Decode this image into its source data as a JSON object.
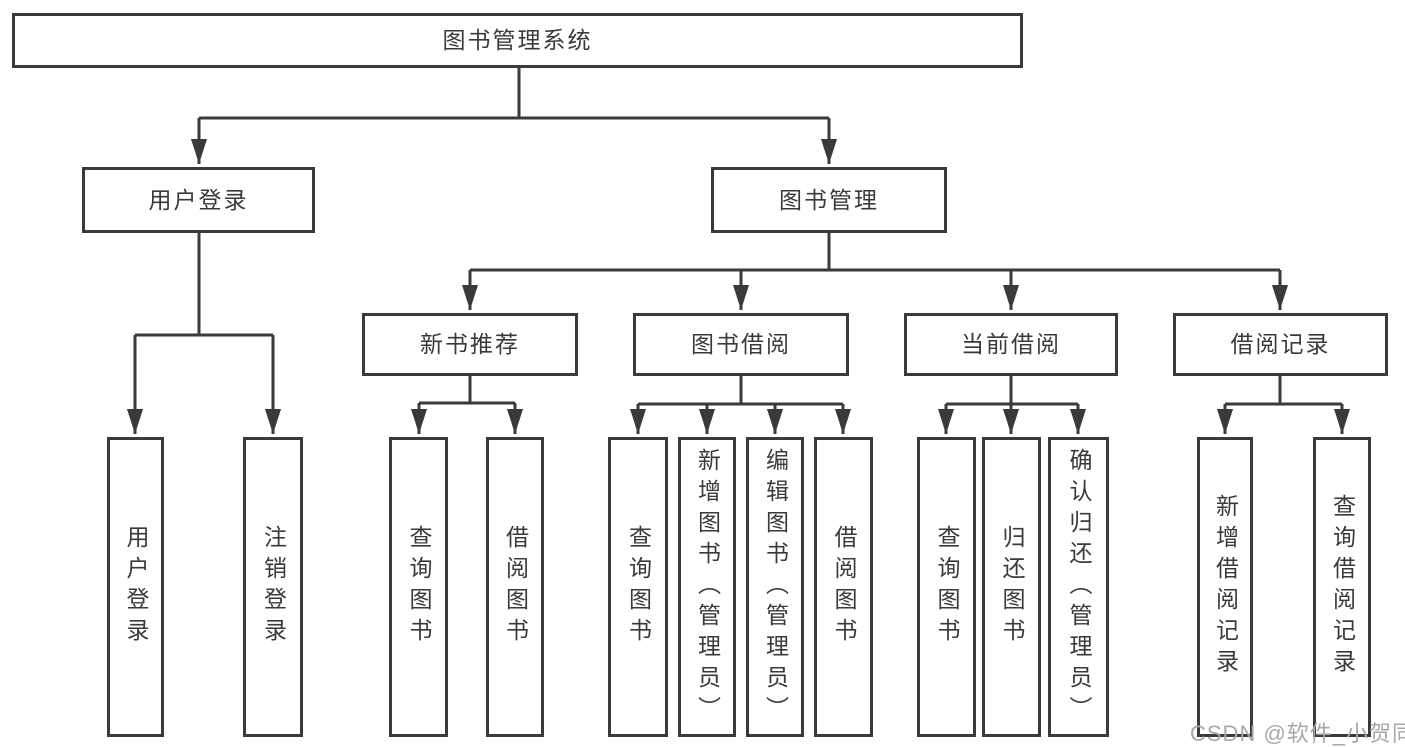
{
  "tree": {
    "label": "图书管理系统",
    "children": [
      {
        "label": "用户登录",
        "children": [
          {
            "label": "用户登录"
          },
          {
            "label": "注销登录"
          }
        ]
      },
      {
        "label": "图书管理",
        "children": [
          {
            "label": "新书推荐",
            "children": [
              {
                "label": "查询图书"
              },
              {
                "label": "借阅图书"
              }
            ]
          },
          {
            "label": "图书借阅",
            "children": [
              {
                "label": "查询图书"
              },
              {
                "label": "新增图书（管理员）"
              },
              {
                "label": "编辑图书（管理员）"
              },
              {
                "label": "借阅图书"
              }
            ]
          },
          {
            "label": "当前借阅",
            "children": [
              {
                "label": "查询图书"
              },
              {
                "label": "归还图书"
              },
              {
                "label": "确认归还（管理员）"
              }
            ]
          },
          {
            "label": "借阅记录",
            "children": [
              {
                "label": "新增借阅记录"
              },
              {
                "label": "查询借阅记录"
              }
            ]
          }
        ]
      }
    ]
  },
  "watermark": {
    "text": "CSDN @软件_小贺同学"
  },
  "colors": {
    "line": "#3a3a3a",
    "text": "#3a3a3a",
    "box_bg": "#ffffff",
    "bg": "#ffffff",
    "watermark": "#a8a8a8"
  }
}
